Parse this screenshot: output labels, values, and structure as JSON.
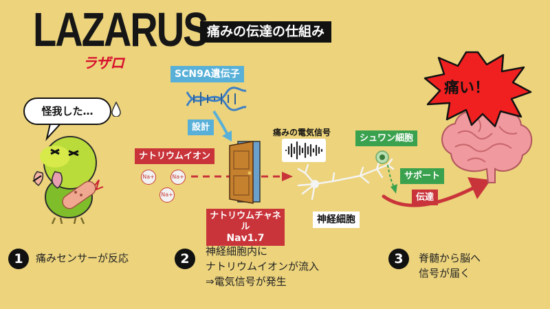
{
  "logo": {
    "main": "LAZARUS",
    "sub": "ラザロ"
  },
  "title": "痛みの伝達の仕組み",
  "speech": "怪我した…",
  "labels": {
    "gene": "SCN9A遺伝子",
    "design": "設計",
    "sodium_ion": "ナトリウムイオン",
    "ion_symbol": "Na+",
    "channel_line1": "ナトリウムチャネル",
    "channel_line2": "Nav1.7",
    "electric_signal": "痛みの電気信号",
    "schwann": "シュワン細胞",
    "support": "サポート",
    "transmit": "伝達",
    "neuron": "神経細胞",
    "pain": "痛い！"
  },
  "steps": [
    {
      "num": "1",
      "lines": [
        "痛みセンサーが反応"
      ]
    },
    {
      "num": "2",
      "lines": [
        "神経細胞内に",
        "ナトリウムイオンが流入",
        "⇒電気信号が発生"
      ]
    },
    {
      "num": "3",
      "lines": [
        "脊髄から脳へ",
        "信号が届く"
      ]
    }
  ],
  "colors": {
    "background": "#ecd37c",
    "accent_red": "#c9343a",
    "accent_blue": "#58b0d8",
    "accent_green": "#3aa24e"
  },
  "icons": [
    "bird-icon",
    "dna-icon",
    "door-icon",
    "waveform-icon",
    "neuron-icon",
    "schwann-cell-icon",
    "brain-icon",
    "pain-burst-icon"
  ]
}
